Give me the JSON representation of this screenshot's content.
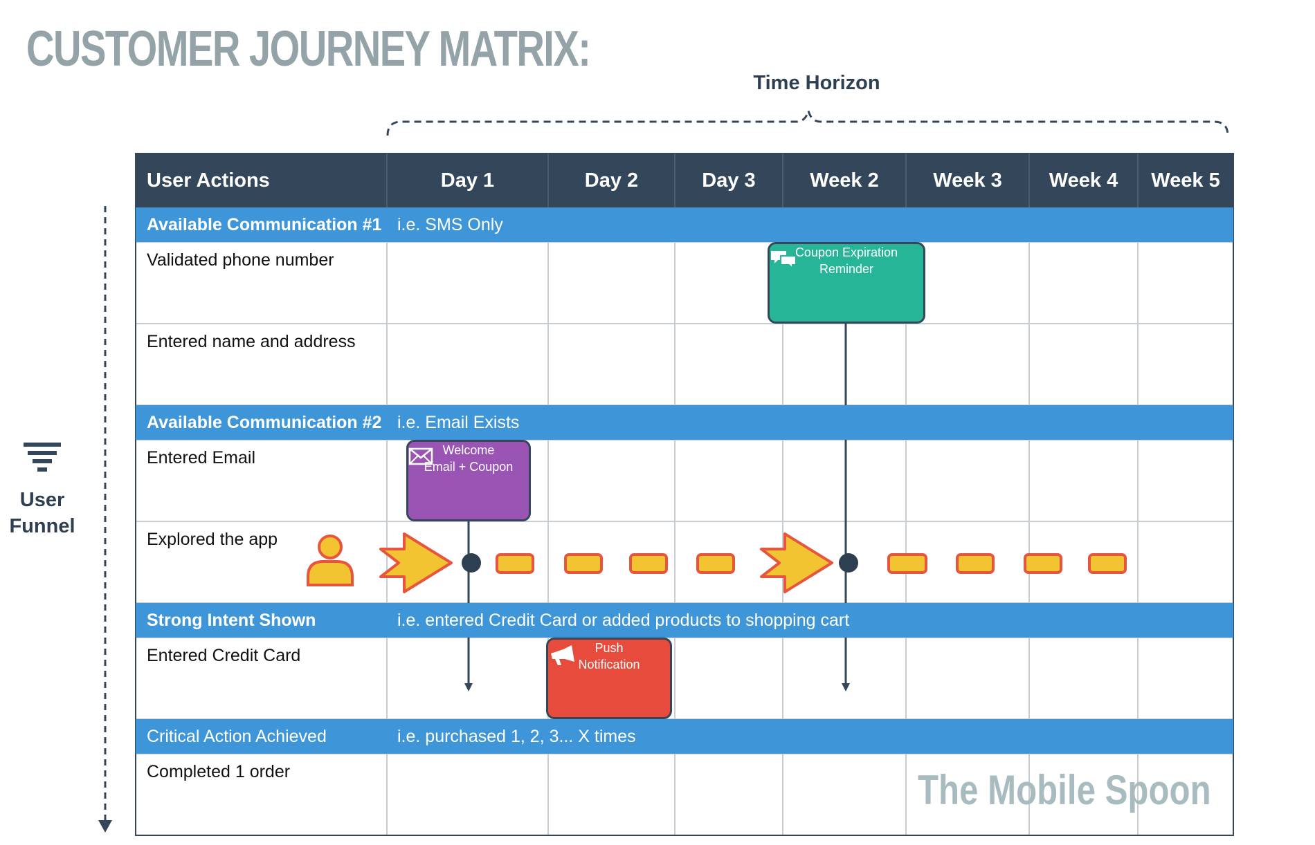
{
  "title": "CUSTOMER JOURNEY MATRIX:",
  "time_horizon_label": "Time Horizon",
  "user_funnel": {
    "line1": "User",
    "line2": "Funnel"
  },
  "header": {
    "first": "User Actions",
    "columns": [
      "Day 1",
      "Day 2",
      "Day 3",
      "Week 2",
      "Week 3",
      "Week 4",
      "Week 5"
    ]
  },
  "sections": [
    {
      "label": "Available Communication #1",
      "note": "i.e. SMS Only"
    },
    {
      "label": "Available Communication #2",
      "note": "i.e. Email Exists"
    },
    {
      "label": "Strong Intent Shown",
      "note": "i.e. entered Credit Card or added products to shopping cart"
    },
    {
      "label": "Critical Action Achieved",
      "note": "i.e. purchased 1, 2, 3... X times"
    }
  ],
  "rows": [
    "Validated phone number",
    "Entered name and address",
    "Entered Email",
    "Explored the app",
    "Entered Credit Card",
    "Completed 1 order"
  ],
  "touchpoints": {
    "coupon": {
      "line1": "Coupon Expiration",
      "line2": "Reminder",
      "color": "#27b597",
      "icon": "chat-bubbles-icon"
    },
    "welcome": {
      "line1": "Welcome",
      "line2": "Email + Coupon",
      "color": "#9a55b4",
      "icon": "envelope-icon"
    },
    "push": {
      "line1": "Push",
      "line2": "Notification",
      "color": "#e74b3c",
      "icon": "megaphone-icon"
    }
  },
  "colors": {
    "header_bg": "#34475a",
    "band_bg": "#3e96d9",
    "grid_line": "#c8cdd2",
    "journey_yellow": "#f2c431",
    "journey_outline": "#e8553f"
  },
  "watermark": "The Mobile Spoon"
}
